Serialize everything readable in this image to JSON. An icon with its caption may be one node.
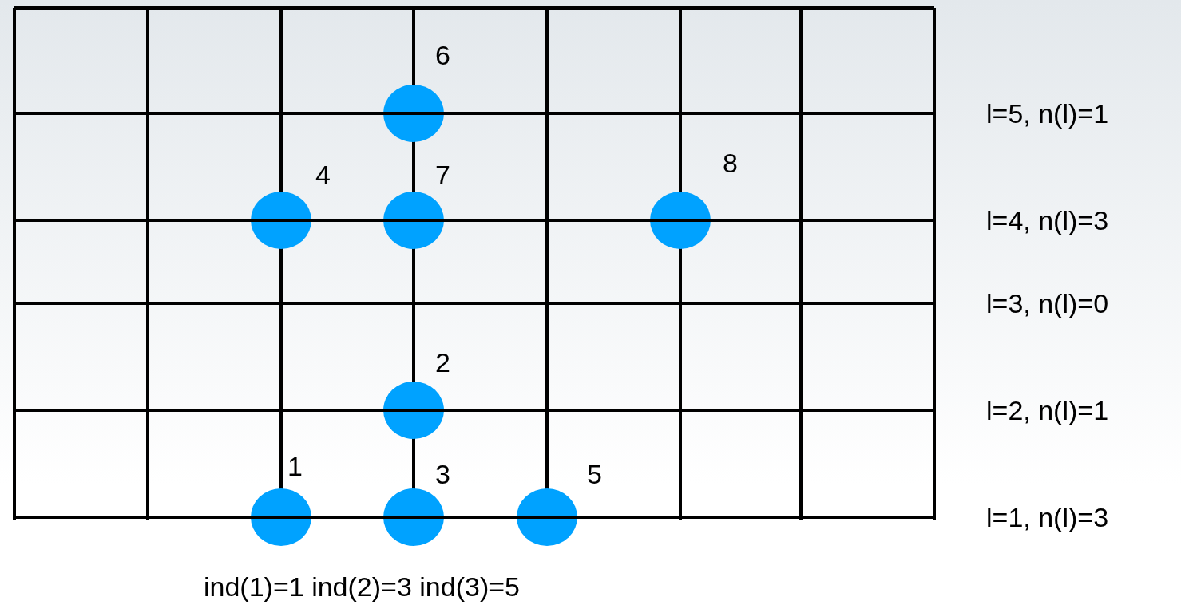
{
  "diagram": {
    "nodes": [
      {
        "text": [],
        "shape": "circle",
        "beside": [
          "6"
        ]
      },
      {
        "text": [],
        "shape": "circle",
        "beside": [
          "4"
        ]
      },
      {
        "text": [],
        "shape": "circle",
        "beside": [
          "7"
        ]
      },
      {
        "text": [],
        "shape": "circle",
        "beside": [
          "8"
        ]
      },
      {
        "text": [],
        "shape": "circle",
        "beside": [
          "2"
        ]
      },
      {
        "text": [],
        "shape": "circle",
        "beside": [
          "1"
        ]
      },
      {
        "text": [],
        "shape": "circle",
        "beside": [
          "3"
        ]
      },
      {
        "text": [],
        "shape": "circle",
        "beside": [
          "5"
        ]
      }
    ],
    "edges": [],
    "labels": [
      "l=5, n(l)=1",
      "l=4, n(l)=3",
      "l=3, n(l)=0",
      "l=2, n(l)=1",
      "l=1, n(l)=3",
      "ind(1)=1 ind(2)=3 ind(3)=5"
    ]
  }
}
